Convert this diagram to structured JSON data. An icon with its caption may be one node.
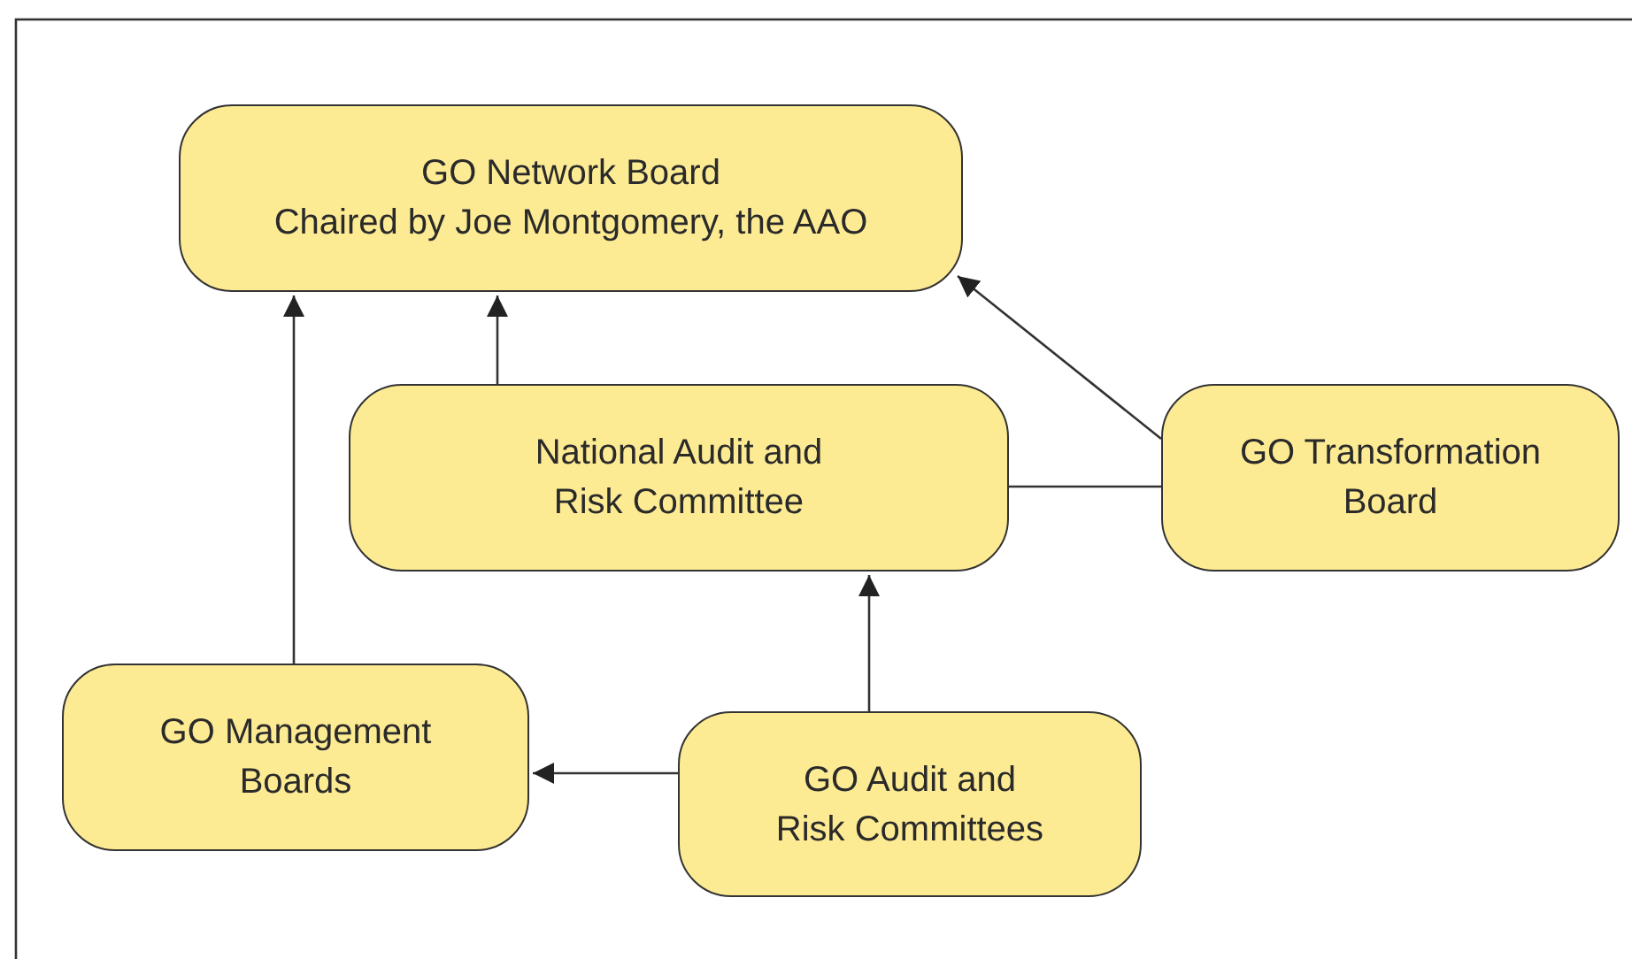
{
  "diagram": {
    "nodes": [
      {
        "text": [
          "GO Network Board",
          "Chaired by Joe Montgomery, the AAO"
        ]
      },
      {
        "text": [
          "National Audit and Risk Committee"
        ]
      },
      {
        "text": [
          "GO Transformation Board"
        ]
      },
      {
        "text": [
          "GO Management Boards"
        ]
      },
      {
        "text": [
          "GO Audit and Risk Committees"
        ]
      }
    ],
    "edges": [
      {
        "from": 3,
        "to": 0,
        "arrow": "to"
      },
      {
        "from": 1,
        "to": 0,
        "arrow": "to"
      },
      {
        "from": 2,
        "to": 0,
        "arrow": "to"
      },
      {
        "from": 2,
        "to": 1,
        "arrow": "none"
      },
      {
        "from": 4,
        "to": 1,
        "arrow": "to"
      },
      {
        "from": 4,
        "to": 3,
        "arrow": "to"
      }
    ]
  }
}
